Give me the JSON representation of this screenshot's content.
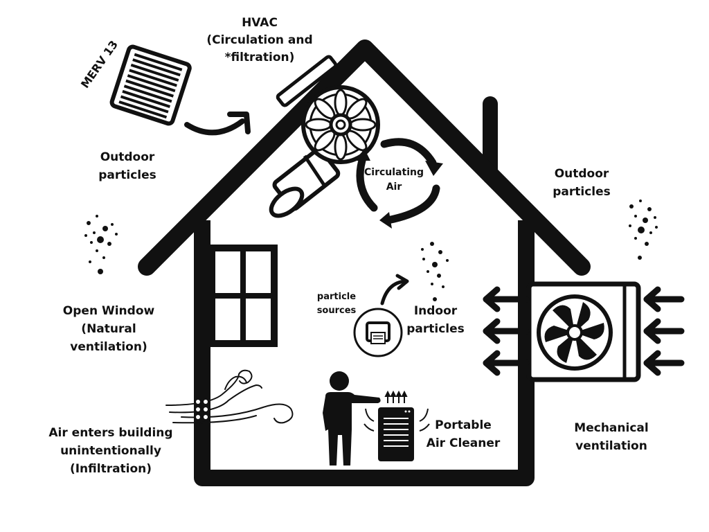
{
  "labels": {
    "merv": "MERV 13",
    "hvac_line1": "HVAC",
    "hvac_line2": "(Circulation and",
    "hvac_line3": "*filtration)",
    "outdoor_left_line1": "Outdoor",
    "outdoor_left_line2": "particles",
    "outdoor_right_line1": "Outdoor",
    "outdoor_right_line2": "particles",
    "circulating_line1": "Circulating",
    "circulating_line2": "Air",
    "particle_sources_line1": "particle",
    "particle_sources_line2": "sources",
    "indoor_line1": "Indoor",
    "indoor_line2": "particles",
    "window_line1": "Open Window",
    "window_line2": "(Natural",
    "window_line3": "ventilation)",
    "infiltration_line1": "Air enters building",
    "infiltration_line2": "unintentionally",
    "infiltration_line3": "(Infiltration)",
    "cleaner_line1": "Portable",
    "cleaner_line2": "Air Cleaner",
    "mech_line1": "Mechanical",
    "mech_line2": "ventilation"
  },
  "colors": {
    "ink": "#111111",
    "background": "#ffffff"
  },
  "icons": [
    "merv-filter-icon",
    "hvac-fan-icon",
    "circulation-arrows-icon",
    "printer-icon",
    "person-icon",
    "air-cleaner-icon",
    "wind-icon",
    "mechanical-fan-unit-icon",
    "particles-icon",
    "window-icon",
    "house-outline-icon"
  ]
}
